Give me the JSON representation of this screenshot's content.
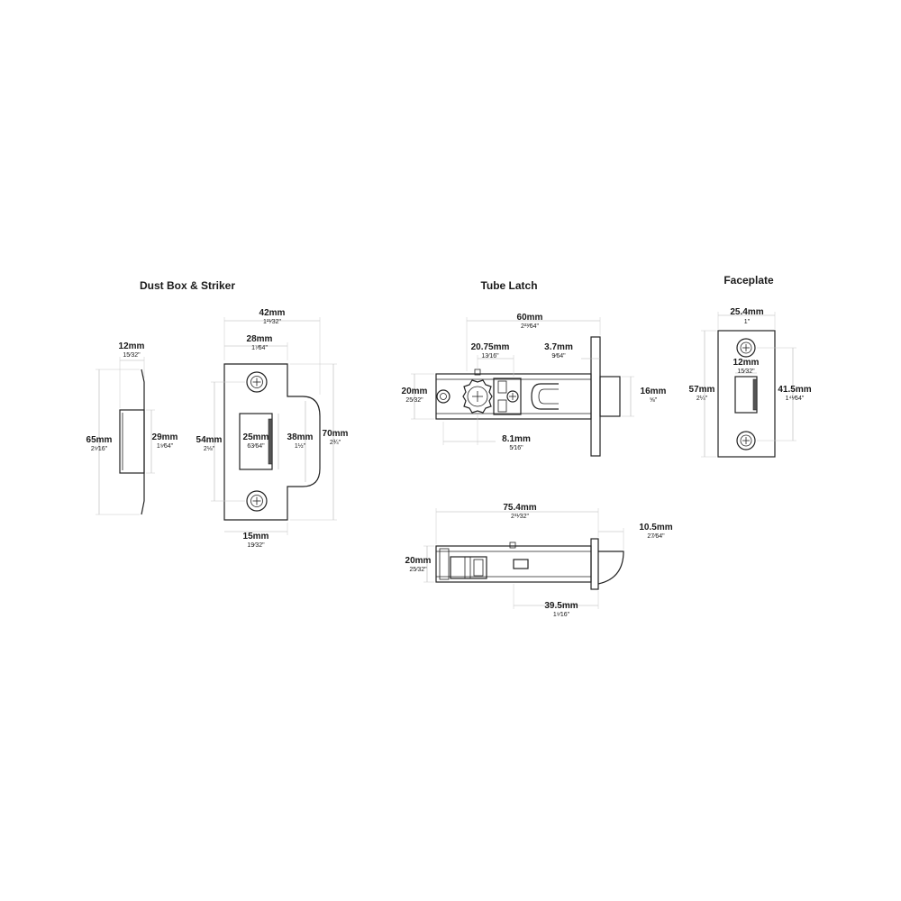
{
  "titles": {
    "dust_box_striker": "Dust Box & Striker",
    "tube_latch": "Tube Latch",
    "faceplate": "Faceplate"
  },
  "dust_box": {
    "depth": {
      "mm": "12mm",
      "inch": "15⁄32\""
    },
    "height": {
      "mm": "65mm",
      "inch": "2⁹⁄16\""
    },
    "box_height": {
      "mm": "29mm",
      "inch": "1⁹⁄64\""
    }
  },
  "striker": {
    "width": {
      "mm": "42mm",
      "inch": "1²¹⁄32\""
    },
    "inner_width": {
      "mm": "28mm",
      "inch": "1⁷⁄64\""
    },
    "hole_centres": {
      "mm": "54mm",
      "inch": "2⅛\""
    },
    "opening_height": {
      "mm": "25mm",
      "inch": "63⁄64\""
    },
    "lip_height": {
      "mm": "38mm",
      "inch": "1½\""
    },
    "height": {
      "mm": "70mm",
      "inch": "2¾\""
    },
    "bottom_width": {
      "mm": "15mm",
      "inch": "19⁄32\""
    }
  },
  "tube_latch_side": {
    "length": {
      "mm": "60mm",
      "inch": "2²³⁄64\""
    },
    "spindle": {
      "mm": "20.75mm",
      "inch": "13⁄16\""
    },
    "thickness": {
      "mm": "3.7mm",
      "inch": "9⁄64\""
    },
    "height": {
      "mm": "20mm",
      "inch": "25⁄32\""
    },
    "latch_height": {
      "mm": "16mm",
      "inch": "⅝\""
    },
    "offset": {
      "mm": "8.1mm",
      "inch": "5⁄16\""
    }
  },
  "tube_latch_top": {
    "length": {
      "mm": "75.4mm",
      "inch": "2³¹⁄32\""
    },
    "projection": {
      "mm": "10.5mm",
      "inch": "27⁄64\""
    },
    "height": {
      "mm": "20mm",
      "inch": "25⁄32\""
    },
    "backset": {
      "mm": "39.5mm",
      "inch": "1⁹⁄16\""
    }
  },
  "faceplate": {
    "width": {
      "mm": "25.4mm",
      "inch": "1\""
    },
    "latch_width": {
      "mm": "12mm",
      "inch": "15⁄32\""
    },
    "height": {
      "mm": "57mm",
      "inch": "2¼\""
    },
    "hole_centres": {
      "mm": "41.5mm",
      "inch": "1⁴¹⁄64\""
    }
  }
}
